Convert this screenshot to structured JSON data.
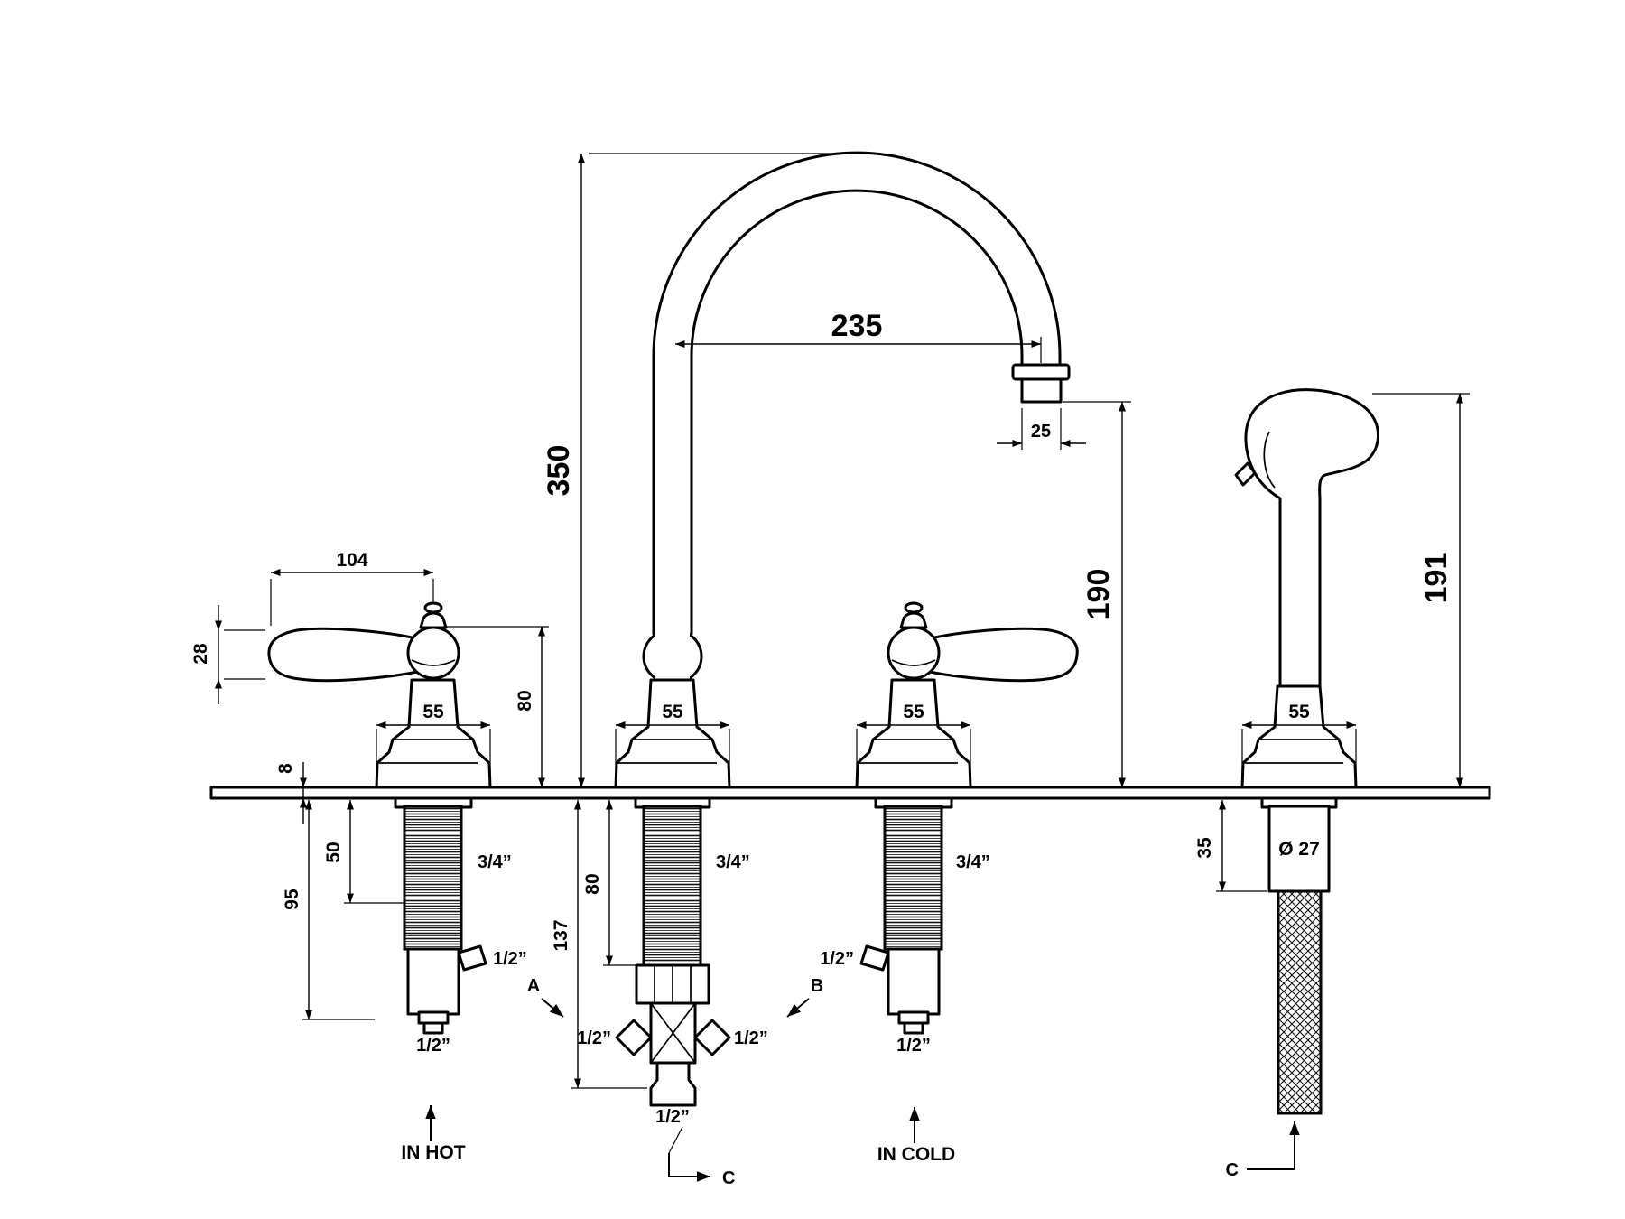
{
  "drawing": {
    "type": "faucet-installation-technical-drawing",
    "background_color": "#ffffff",
    "line_color": "#000000",
    "units": "mm"
  },
  "dims": {
    "spout_reach": "235",
    "spout_height": "350",
    "outlet_to_deck": "190",
    "sprayer_height": "191",
    "handle_length": "104",
    "handle_thickness": "28",
    "handle_height": "80",
    "base_width": "55",
    "deck_thickness": "8",
    "shank_exposed": "50",
    "shank_total": "95",
    "center_depth": "137",
    "center_shank": "80",
    "outlet_width": "25",
    "sprayer_shank": "35",
    "hose_diameter": "Ø 27"
  },
  "ports": {
    "thread": "3/4”",
    "half": "1/2”"
  },
  "labels": {
    "in_hot": "IN HOT",
    "in_cold": "IN COLD",
    "ref_a": "A",
    "ref_b": "B",
    "ref_c": "C"
  }
}
